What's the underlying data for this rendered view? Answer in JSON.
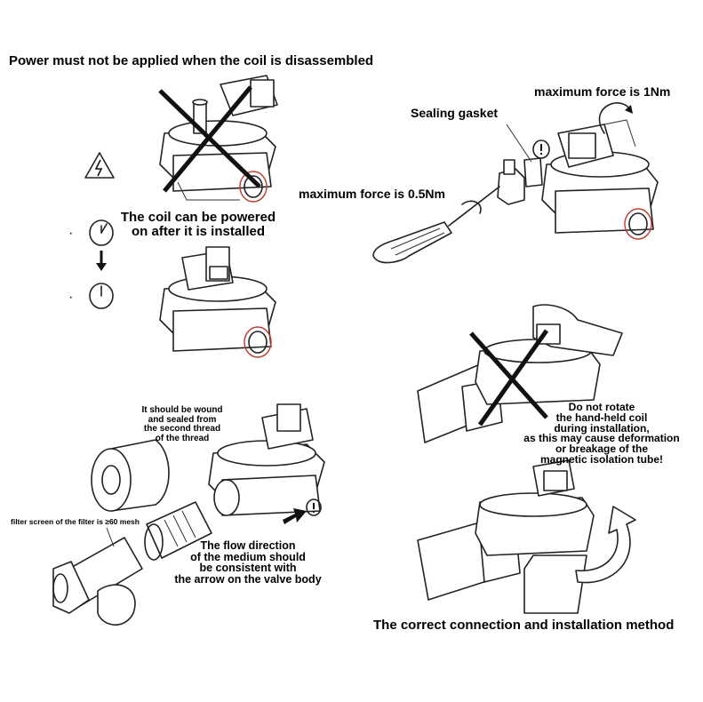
{
  "labels": {
    "power_warning": "Power must not be applied when the coil is disassembled",
    "coil_powered_l1": "The coil can be powered",
    "coil_powered_l2": "on after it is installed",
    "max_force_1": "maximum force is 1Nm",
    "sealing_gasket": "Sealing gasket",
    "max_force_05": "maximum force is 0.5Nm",
    "wound_l1": "It should be wound",
    "wound_l2": "and sealed from",
    "wound_l3": "the second thread",
    "wound_l4": "of the thread",
    "filter_screen": "filter screen of the filter is ≥60 mesh",
    "flow_l1": "The flow direction",
    "flow_l2": "of the medium should",
    "flow_l3": "be consistent with",
    "flow_l4": "the arrow on the valve body",
    "rotate_l1": "Do not rotate",
    "rotate_l2": "the hand-held coil",
    "rotate_l3": "during installation,",
    "rotate_l4": "as this may cause deformation",
    "rotate_l5": "or breakage of the",
    "rotate_l6": "magnetic isolation tube!",
    "correct_method": "The correct connection and installation method"
  },
  "icons": [
    "high-voltage-warning-icon",
    "clock-icon",
    "down-arrow-icon",
    "clock-icon",
    "caution-icon",
    "flow-arrow-icon"
  ],
  "colors": {
    "ink": "#222222",
    "accent": "#c0392b"
  }
}
